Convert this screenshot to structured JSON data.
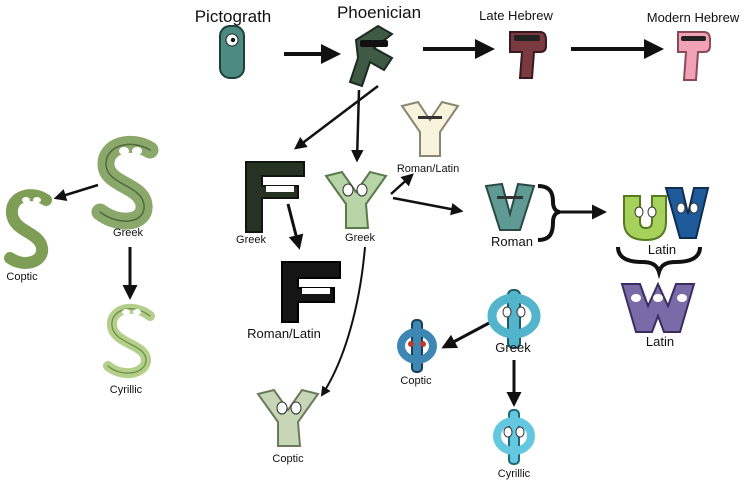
{
  "labels": {
    "pictograph": "Pictograth",
    "phoenician": "Phoenician",
    "late_hebrew": "Late Hebrew",
    "modern_hebrew": "Modern Hebrew",
    "greek_s": "Greek",
    "coptic_s": "Coptic",
    "cyrillic_s": "Cyrillic",
    "greek_f": "Greek",
    "roman_latin_f": "Roman/Latin",
    "greek_y": "Greek",
    "roman_latin_y": "Roman/Latin",
    "coptic_y": "Coptic",
    "roman_v": "Roman",
    "latin_uv": "Latin",
    "latin_w": "Latin",
    "greek_phi": "Greek",
    "coptic_phi": "Coptic",
    "cyrillic_phi": "Cyrillic"
  },
  "glyphs": {
    "pictograph": "ꝏ",
    "phoenician": "Y",
    "late_hebrew": "ו",
    "modern_hebrew": "ו",
    "greek_s": "Ϛ",
    "coptic_s": "Ϛ",
    "cyrillic_s": "Ѕ",
    "greek_f": "Ϝ",
    "roman_latin_f": "F",
    "greek_y": "Υ",
    "roman_latin_y": "Y",
    "coptic_y": "Υ",
    "roman_v": "V",
    "latin_u": "U",
    "latin_v": "V",
    "latin_w": "W",
    "greek_phi": "Φ",
    "coptic_phi": "Φ",
    "cyrillic_phi": "Ф"
  },
  "colors": {
    "pictograph": "#4d8a82",
    "phoenician": "#3f5a44",
    "late_hebrew": "#7a3a40",
    "modern_hebrew": "#f2a2b6",
    "greek_s": "#8aa86a",
    "coptic_s": "#7e9e56",
    "cyrillic_s": "#b3cf8a",
    "greek_f": "#263322",
    "roman_latin_f": "#151515",
    "greek_y": "#b7d5a6",
    "roman_latin_y": "#f7f3dc",
    "coptic_y": "#c6d6b6",
    "roman_v": "#5f9a94",
    "latin_u": "#a6d15a",
    "latin_v": "#1f5a9a",
    "latin_w": "#7a6aa8",
    "greek_phi": "#52b5cc",
    "coptic_phi": "#3f87b3",
    "cyrillic_phi": "#63c7e0"
  },
  "icons": {
    "character": "letter-character-icon",
    "arrow": "arrow-icon",
    "brace": "curly-brace-icon"
  }
}
